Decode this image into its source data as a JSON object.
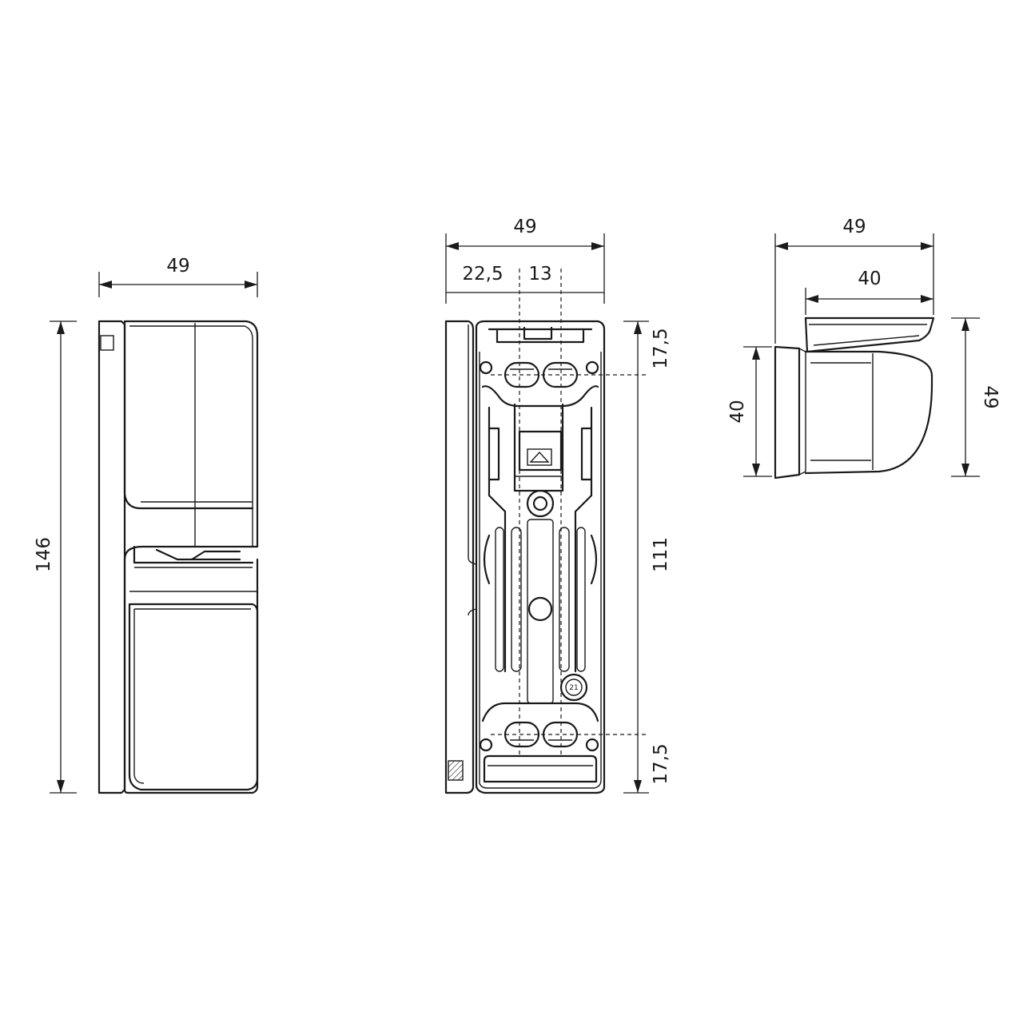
{
  "dimensions": {
    "side_width": "49",
    "side_height": "146",
    "front_width": "49",
    "front_left_offset": "22,5",
    "front_hole_spacing": "13",
    "front_top": "17,5",
    "front_mid": "111",
    "front_bottom": "17,5",
    "top_width": "49",
    "top_inner_width": "40",
    "top_left_height": "40",
    "top_right_height": "49"
  },
  "marking": {
    "date_stamp": "21"
  }
}
